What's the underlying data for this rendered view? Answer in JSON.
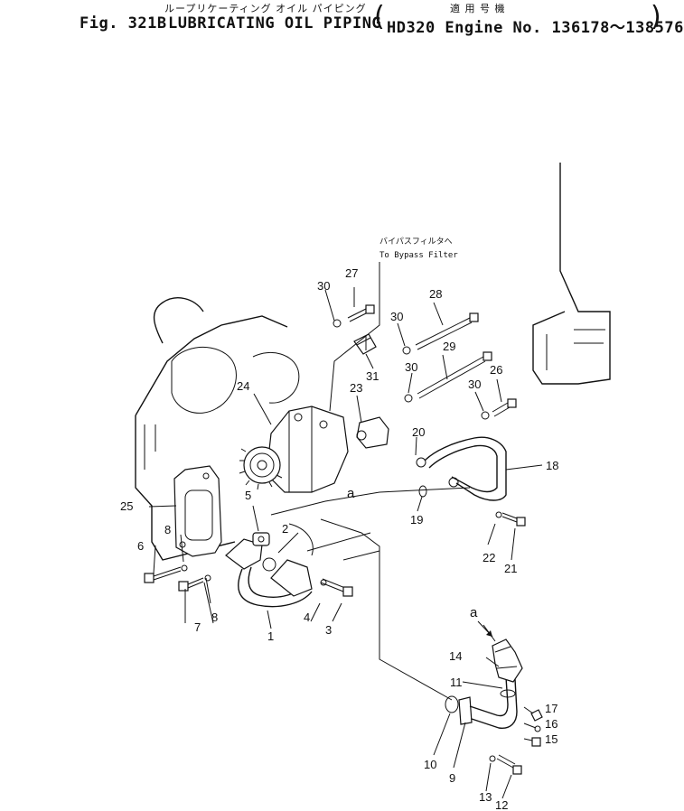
{
  "header": {
    "title_jp": "ループリケーティング オイル パイピング",
    "fig_label": "Fig. 321B",
    "title_en": "LUBRICATING OIL PIPING",
    "applicability_jp": "適 用 号 機",
    "applicability": "HD320 Engine No. 136178～138576"
  },
  "diagram": {
    "note_jp": "バイパスフィルタへ",
    "note_en": "To Bypass Filter",
    "detail_marker": "a",
    "detail_marker_2": "a",
    "callouts": [
      {
        "id": "c1",
        "text": "1"
      },
      {
        "id": "c2",
        "text": "2"
      },
      {
        "id": "c3",
        "text": "3"
      },
      {
        "id": "c4",
        "text": "4"
      },
      {
        "id": "c5",
        "text": "5"
      },
      {
        "id": "c6",
        "text": "6"
      },
      {
        "id": "c7",
        "text": "7"
      },
      {
        "id": "c8a",
        "text": "8"
      },
      {
        "id": "c8b",
        "text": "8"
      },
      {
        "id": "c9",
        "text": "9"
      },
      {
        "id": "c10",
        "text": "10"
      },
      {
        "id": "c11",
        "text": "11"
      },
      {
        "id": "c12",
        "text": "12"
      },
      {
        "id": "c13",
        "text": "13"
      },
      {
        "id": "c14",
        "text": "14"
      },
      {
        "id": "c15",
        "text": "15"
      },
      {
        "id": "c16",
        "text": "16"
      },
      {
        "id": "c17",
        "text": "17"
      },
      {
        "id": "c18",
        "text": "18"
      },
      {
        "id": "c19",
        "text": "19"
      },
      {
        "id": "c20",
        "text": "20"
      },
      {
        "id": "c21",
        "text": "21"
      },
      {
        "id": "c22",
        "text": "22"
      },
      {
        "id": "c23",
        "text": "23"
      },
      {
        "id": "c24",
        "text": "24"
      },
      {
        "id": "c25",
        "text": "25"
      },
      {
        "id": "c26",
        "text": "26"
      },
      {
        "id": "c27",
        "text": "27"
      },
      {
        "id": "c28",
        "text": "28"
      },
      {
        "id": "c29",
        "text": "29"
      },
      {
        "id": "c30a",
        "text": "30"
      },
      {
        "id": "c30b",
        "text": "30"
      },
      {
        "id": "c30c",
        "text": "30"
      },
      {
        "id": "c30d",
        "text": "30"
      },
      {
        "id": "c31",
        "text": "31"
      }
    ]
  }
}
